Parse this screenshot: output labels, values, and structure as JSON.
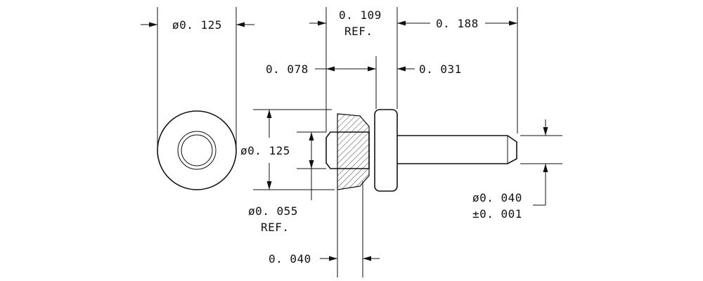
{
  "labels": {
    "end_view_diameter": "ø0. 125",
    "flange_thickness_ref_line1": "0. 109",
    "flange_thickness_ref_line2": "REF.",
    "pin_length": "0. 188",
    "collar_length": "0. 078",
    "head_thickness": "0. 031",
    "head_diameter": "ø0. 125",
    "collar_diameter_line1": "ø0. 055",
    "collar_diameter_line2": "REF.",
    "pin_diameter_line1": "ø0. 040",
    "pin_diameter_line2": "±0. 001",
    "collar_offset": "0. 040"
  }
}
